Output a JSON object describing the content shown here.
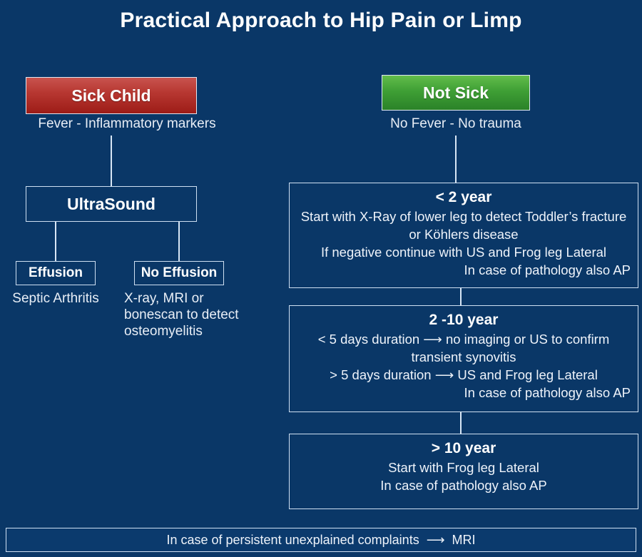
{
  "title": "Practical Approach to Hip Pain or Limp",
  "colors": {
    "background": "#0a3767",
    "sick_red_top": "#c8534e",
    "sick_red_bottom": "#9d1c17",
    "notsick_green_top": "#62bd4b",
    "notsick_green_bottom": "#2a8228",
    "border": "#cfe0f2",
    "text": "#ffffff"
  },
  "left_branch": {
    "root_label": "Sick Child",
    "root_caption": "Fever - Inflammatory markers",
    "ultrasound_label": "UltraSound",
    "effusion_label": "Effusion",
    "effusion_caption": "Septic Arthritis",
    "no_effusion_label": "No Effusion",
    "no_effusion_caption": "X-ray, MRI or bonescan to detect osteomyelitis"
  },
  "right_branch": {
    "root_label": "Not Sick",
    "root_caption": "No Fever - No trauma",
    "age_groups": [
      {
        "heading": "< 2 year",
        "lines": [
          {
            "text": "Start with X-Ray of lower leg to detect Toddler’s fracture or Köhlers disease",
            "align": "center"
          },
          {
            "text": "If negative continue with US and Frog leg Lateral",
            "align": "center"
          },
          {
            "text": "In case of pathology also AP",
            "align": "right"
          }
        ]
      },
      {
        "heading": "2 -10 year",
        "lines": [
          {
            "text": "< 5 days duration ⟶ no imaging or US to confirm transient synovitis",
            "align": "center"
          },
          {
            "text": "> 5 days duration ⟶ US and Frog leg Lateral",
            "align": "center"
          },
          {
            "text": "In case of pathology also AP",
            "align": "right"
          }
        ]
      },
      {
        "heading": "> 10 year",
        "lines": [
          {
            "text": "Start with Frog leg Lateral",
            "align": "center"
          },
          {
            "text": "In case of pathology also AP",
            "align": "center"
          }
        ]
      }
    ]
  },
  "footer": {
    "text": "In case of persistent unexplained complaints",
    "arrow": "⟶",
    "target": "MRI"
  }
}
